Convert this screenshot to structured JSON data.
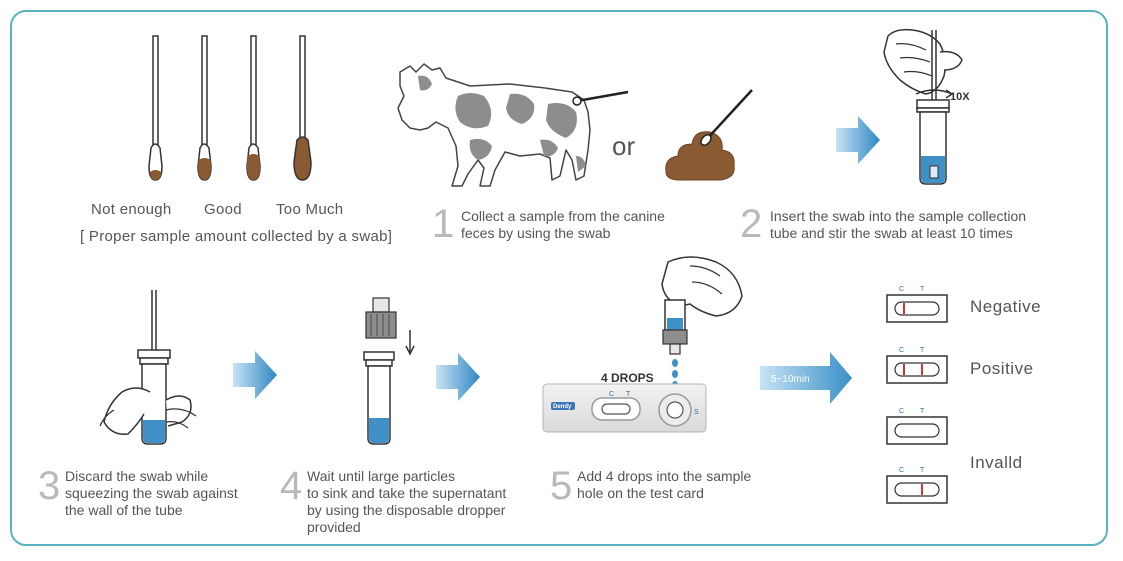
{
  "swab_guide": {
    "labels": [
      "Not enough",
      "Good",
      "Too Much"
    ],
    "caption": "[ Proper sample amount collected by a swab]"
  },
  "or_text": "or",
  "stir_count": "10X",
  "drops_label": "4 DROPS",
  "time_label": "5~10min",
  "card_brand": "Dendy",
  "card_letters": {
    "c": "C",
    "t": "T",
    "s": "S"
  },
  "steps": [
    {
      "number": "1",
      "lines": [
        "Collect a sample from the canine",
        "feces by using the swab"
      ]
    },
    {
      "number": "2",
      "lines": [
        "Insert the swab into the sample collection",
        "tube and stir the swab at least 10 times"
      ]
    },
    {
      "number": "3",
      "lines": [
        "Discard the swab while",
        "squeezing the swab against",
        "the wall of the tube"
      ]
    },
    {
      "number": "4",
      "lines": [
        "Wait until large particles",
        "to sink and take the supernatant",
        "by using the disposable dropper",
        "provided"
      ]
    },
    {
      "number": "5",
      "lines": [
        "Add 4 drops into the sample",
        "hole on the test card"
      ]
    }
  ],
  "results": {
    "negative": "Negative",
    "positive": "Positive",
    "invalid": "Invalld"
  },
  "colors": {
    "border": "#58b3bd",
    "arrow": "#3f92c8",
    "liquid": "#3e90c6",
    "sample": "#8a5a33",
    "line": "#d6303a"
  }
}
